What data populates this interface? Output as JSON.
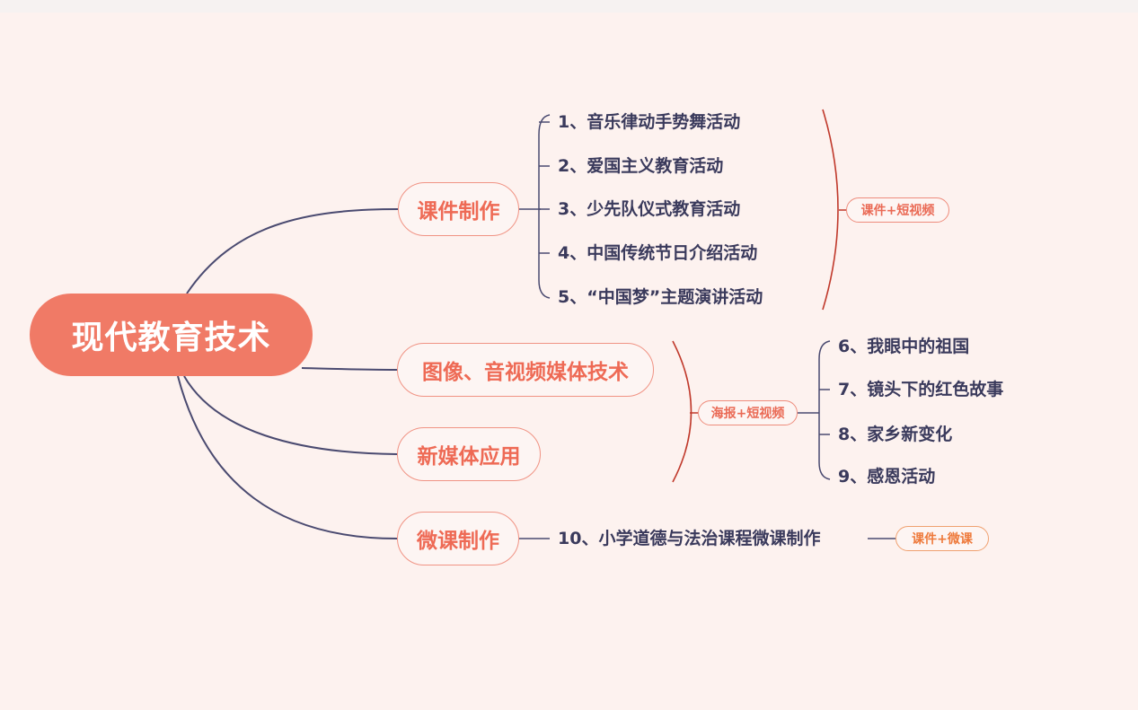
{
  "root": {
    "label": "现代教育技术"
  },
  "branches": [
    {
      "label": "课件制作"
    },
    {
      "label": "图像、音视频媒体技术"
    },
    {
      "label": "新媒体应用"
    },
    {
      "label": "微课制作"
    }
  ],
  "activities": [
    "1、音乐律动手势舞活动",
    "2、爱国主义教育活动",
    "3、少先队仪式教育活动",
    "4、中国传统节日介绍活动",
    "5、“中国梦”主题演讲活动",
    "6、我眼中的祖国",
    "7、镜头下的红色故事",
    "8、家乡新变化",
    "9、感恩活动",
    "10、小学道德与法治课程微课制作"
  ],
  "tags": [
    {
      "label": "课件+短视频"
    },
    {
      "label": "海报+短视频"
    },
    {
      "label": "课件+微课"
    }
  ],
  "colors": {
    "background": "#fdf2ef",
    "root_fill": "#f07a66",
    "branch_text": "#ee6a55",
    "leaf_text": "#3a3a5c",
    "connector": "#4a4a70",
    "bracket": "#c0392b",
    "tag_orange": "#ee7a3c"
  }
}
